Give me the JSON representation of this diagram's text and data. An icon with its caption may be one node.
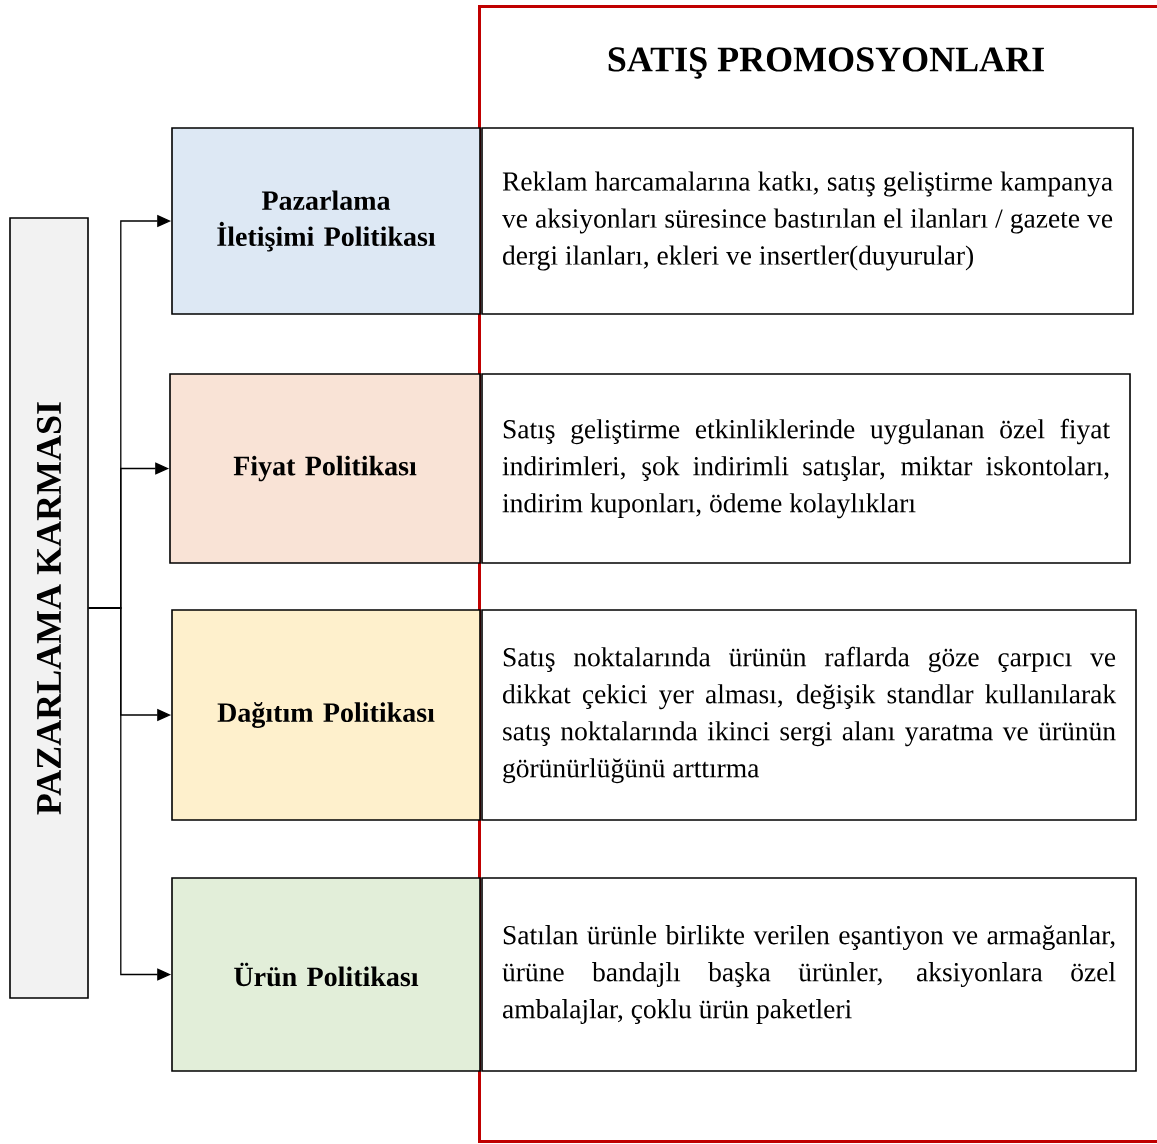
{
  "diagram": {
    "nodes": [
      {
        "text": [
          "PAZARLAMA KARMASI"
        ]
      },
      {
        "text": [
          "SATIŞ PROMOSYONLARI"
        ]
      },
      {
        "text": [
          "Pazarlama İletişimi Politikası"
        ]
      },
      {
        "text": [
          "Reklam harcamalarına katkı, satış geliştirme kampanya ve aksiyonları süresince bastırılan el ilanları / gazete ve dergi ilanları, ekleri ve insertler(duyurular)"
        ],
        "in": 1
      },
      {
        "text": [
          "Fiyat Politikası"
        ]
      },
      {
        "text": [
          "Satış geliştirme etkinliklerinde uygulanan özel fiyat indirimleri, şok indirimli satışlar, miktar iskontoları, indirim kuponları, ödeme kolaylıkları"
        ],
        "in": 1
      },
      {
        "text": [
          "Dağıtım Politikası"
        ]
      },
      {
        "text": [
          "Satış noktalarında ürünün raflarda göze çarpıcı ve dikkat çekici yer alması, değişik standlar kullanılarak satış noktalarında ikinci sergi alanı yaratma ve ürünün görünürlüğünü arttırma"
        ],
        "in": 1
      },
      {
        "text": [
          "Ürün Politikası"
        ]
      },
      {
        "text": [
          "Satılan ürünle birlikte verilen eşantiyon ve armağanlar, ürüne bandajlı başka ürünler, aksiyonlara özel ambalajlar, çoklu ürün paketleri"
        ],
        "in": 1
      }
    ],
    "edges": [
      {
        "from": 0,
        "to": 2,
        "arrow": "to"
      },
      {
        "from": 0,
        "to": 4,
        "arrow": "to"
      },
      {
        "from": 0,
        "to": 6,
        "arrow": "to"
      },
      {
        "from": 0,
        "to": 8,
        "arrow": "to"
      }
    ]
  }
}
